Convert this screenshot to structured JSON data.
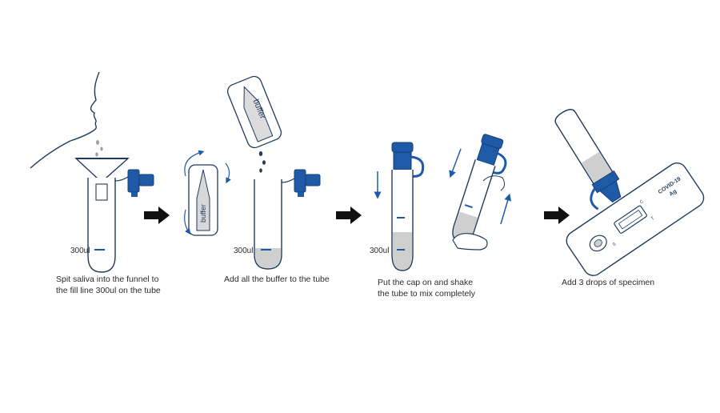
{
  "colors": {
    "ink": "#1f3b5c",
    "accent": "#1f5aa6",
    "liquid": "#cfcfcf",
    "arrow": "#111111"
  },
  "steps": [
    {
      "caption_line1": "Spit saliva into the funnel to",
      "caption_line2": "the fill line 300ul on the tube",
      "fill_label": "300ul"
    },
    {
      "caption_line1": "Add all the buffer to the tube",
      "fill_label": "300ul",
      "buffer_label": "buffer"
    },
    {
      "caption_line1": "Put the cap on and shake",
      "caption_line2": "the tube to mix completely",
      "fill_label": "300ul"
    },
    {
      "caption_line1": "Add 3 drops of specimen",
      "device_label_line1": "COVID-19",
      "device_label_line2": "Ag",
      "device_c": "C",
      "device_t": "T",
      "device_s": "S"
    }
  ]
}
